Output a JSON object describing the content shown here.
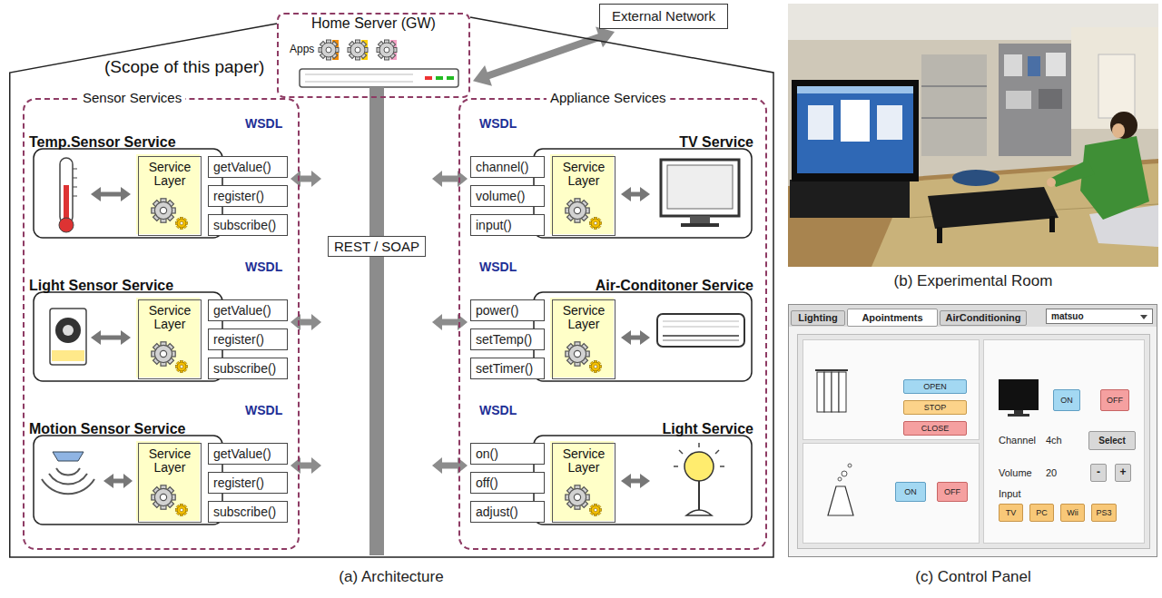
{
  "diagram": {
    "nodes": [
      {
        "text": [
          "(Scope of this paper)"
        ]
      },
      {
        "text": [
          "Home Server (GW)",
          "Apps"
        ],
        "in": 0
      },
      {
        "text": [
          "External Network"
        ]
      },
      {
        "text": [
          "Sensor Services"
        ],
        "in": 0
      },
      {
        "text": [
          "Temp.Sensor Service",
          "WSDL"
        ],
        "in": 3
      },
      {
        "text": [
          "getValue()"
        ],
        "in": 4
      },
      {
        "text": [
          "register()"
        ],
        "in": 4
      },
      {
        "text": [
          "subscribe()"
        ],
        "in": 4
      },
      {
        "text": [
          "Service Layer"
        ],
        "in": 4
      },
      {
        "text": [
          "Light Sensor Service",
          "WSDL"
        ],
        "in": 3
      },
      {
        "text": [
          "getValue()"
        ],
        "in": 9
      },
      {
        "text": [
          "register()"
        ],
        "in": 9
      },
      {
        "text": [
          "subscribe()"
        ],
        "in": 9
      },
      {
        "text": [
          "Service Layer"
        ],
        "in": 9
      },
      {
        "text": [
          "Motion Sensor Service",
          "WSDL"
        ],
        "in": 3
      },
      {
        "text": [
          "getValue()"
        ],
        "in": 14
      },
      {
        "text": [
          "register()"
        ],
        "in": 14
      },
      {
        "text": [
          "subscribe()"
        ],
        "in": 14
      },
      {
        "text": [
          "Service Layer"
        ],
        "in": 14
      },
      {
        "text": [
          "REST / SOAP"
        ],
        "in": 0
      },
      {
        "text": [
          "Appliance Services"
        ],
        "in": 0
      },
      {
        "text": [
          "TV Service",
          "WSDL"
        ],
        "in": 20
      },
      {
        "text": [
          "channel()"
        ],
        "in": 21
      },
      {
        "text": [
          "volume()"
        ],
        "in": 21
      },
      {
        "text": [
          "input()"
        ],
        "in": 21
      },
      {
        "text": [
          "Service Layer"
        ],
        "in": 21
      },
      {
        "text": [
          "Air-Conditoner Service",
          "WSDL"
        ],
        "in": 20
      },
      {
        "text": [
          "power()"
        ],
        "in": 26
      },
      {
        "text": [
          "setTemp()"
        ],
        "in": 26
      },
      {
        "text": [
          "setTimer()"
        ],
        "in": 26
      },
      {
        "text": [
          "Service Layer"
        ],
        "in": 26
      },
      {
        "text": [
          "Light Service",
          "WSDL"
        ],
        "in": 20
      },
      {
        "text": [
          "on()"
        ],
        "in": 31
      },
      {
        "text": [
          "off()"
        ],
        "in": 31
      },
      {
        "text": [
          "adjust()"
        ],
        "in": 31
      },
      {
        "text": [
          "Service Layer"
        ],
        "in": 31
      },
      {
        "text": [
          "Lighting"
        ]
      },
      {
        "text": [
          "Apointments"
        ]
      },
      {
        "text": [
          "AirConditioning"
        ]
      },
      {
        "text": [
          "matsuo"
        ]
      },
      {
        "text": [
          "OPEN"
        ]
      },
      {
        "text": [
          "STOP"
        ]
      },
      {
        "text": [
          "CLOSE"
        ]
      },
      {
        "text": [
          "ON"
        ]
      },
      {
        "text": [
          "OFF"
        ]
      },
      {
        "text": [
          "ON"
        ]
      },
      {
        "text": [
          "OFF"
        ]
      },
      {
        "text": [
          "Select"
        ]
      },
      {
        "text": [
          "-"
        ]
      },
      {
        "text": [
          "+"
        ]
      },
      {
        "text": [
          "TV"
        ]
      },
      {
        "text": [
          "PC"
        ]
      },
      {
        "text": [
          "Wii"
        ]
      },
      {
        "text": [
          "PS3"
        ]
      }
    ],
    "edges": [
      {
        "from": 1,
        "to": 2,
        "arrow": "both"
      },
      {
        "from": 1,
        "to": 19,
        "arrow": "none"
      },
      {
        "from": 4,
        "to": 19,
        "arrow": "both"
      },
      {
        "from": 9,
        "to": 19,
        "arrow": "both"
      },
      {
        "from": 14,
        "to": 19,
        "arrow": "both"
      },
      {
        "from": 19,
        "to": 21,
        "arrow": "both"
      },
      {
        "from": 19,
        "to": 26,
        "arrow": "both"
      },
      {
        "from": 19,
        "to": 31,
        "arrow": "both"
      }
    ],
    "labels": [
      "Channel",
      "4ch",
      "Volume",
      "20",
      "Input",
      "(a) Architecture",
      "(b) Experimental Room",
      "(c) Control Panel"
    ]
  }
}
